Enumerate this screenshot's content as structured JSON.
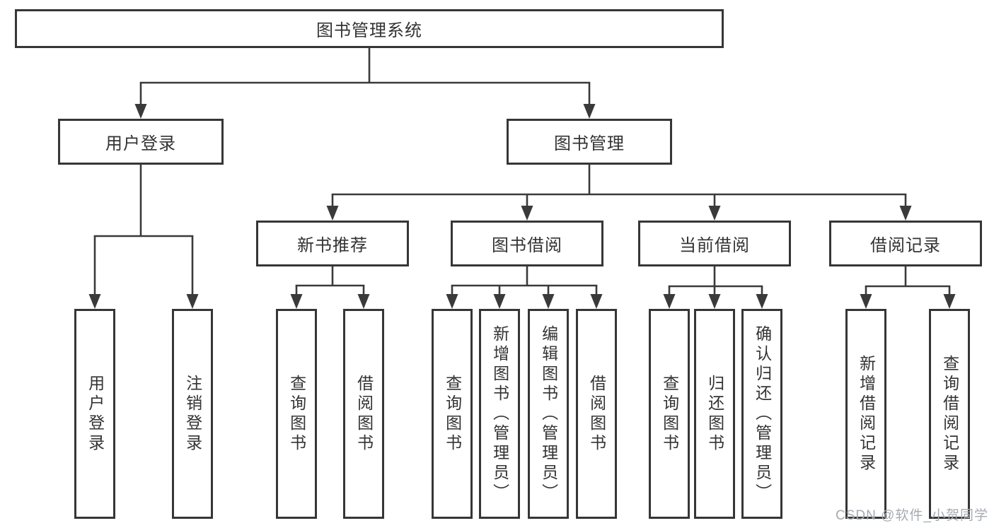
{
  "nodes": {
    "root": "图书管理系统",
    "user_login": "用户登录",
    "book_mgmt": "图书管理",
    "new_book_rec": "新书推荐",
    "book_borrow": "图书借阅",
    "current_borrow": "当前借阅",
    "borrow_record": "借阅记录",
    "login": "用户登录",
    "logout": "注销登录",
    "rec_query_books": "查询图书",
    "rec_borrow_books": "借阅图书",
    "bb_query_books": "查询图书",
    "bb_add_books": "新增图书（管理员）",
    "bb_edit_books": "编辑图书（管理员）",
    "bb_borrow_books": "借阅图书",
    "cb_query_books": "查询图书",
    "cb_return_books": "归还图书",
    "cb_confirm_return": "确认归还（管理员）",
    "br_add_record": "新增借阅记录",
    "br_query_record": "查询借阅记录"
  },
  "watermark": "CSDN @软件_小贺同学",
  "colors": {
    "line": "#3a3a3a",
    "text": "#333333",
    "watermark": "#a6abb1",
    "background": "#ffffff"
  }
}
